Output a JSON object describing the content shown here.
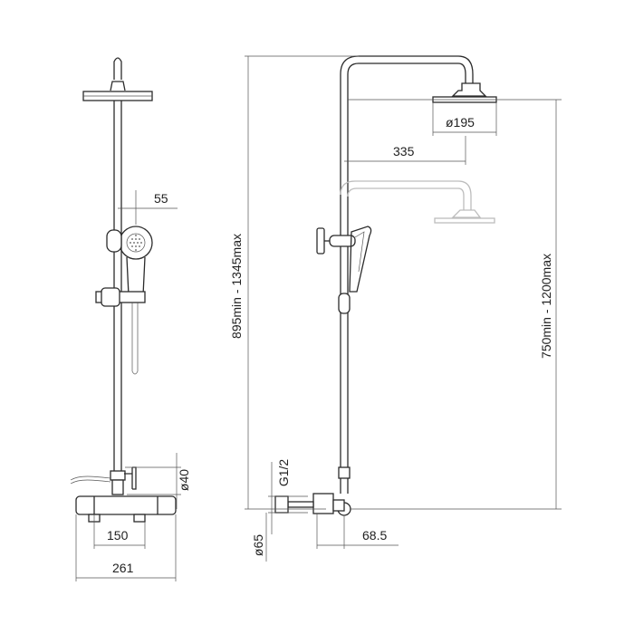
{
  "dimensions": {
    "arm_offset": "55",
    "body_diameter": "ø40",
    "valve_centres": "150",
    "valve_width": "261",
    "total_height": "895min - 1345max",
    "head_diameter": "ø195",
    "arm_length": "335",
    "inlet_thread": "G1/2",
    "wall_plate": "ø65",
    "wall_offset": "68.5",
    "rail_height": "750min - 1200max"
  }
}
